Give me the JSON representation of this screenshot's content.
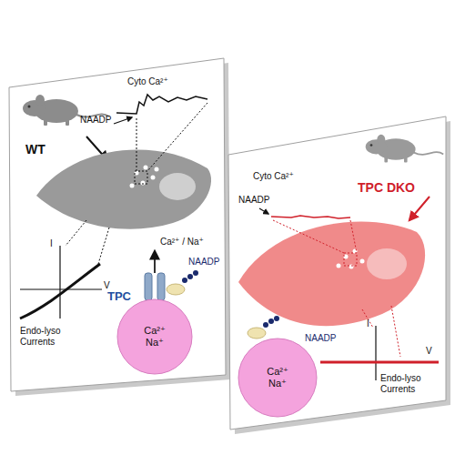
{
  "diagram": {
    "nodes": [
      {
        "text": [
          "WT"
        ]
      },
      {
        "text": [
          "TPC DKO"
        ]
      },
      {
        "text": [
          "Ca²⁺ Na⁺"
        ],
        "in": 0
      },
      {
        "text": [
          "Ca²⁺ Na⁺"
        ],
        "in": 1
      }
    ],
    "labels": [
      "Cyto Ca²⁺",
      "NAADP",
      "I",
      "V",
      "Endo-lyso Currents",
      "TPC",
      "Ca²⁺ / Na⁺",
      "NAADP",
      "Cyto Ca²⁺",
      "NAADP",
      "I",
      "V",
      "Endo-lyso Currents",
      "NAADP"
    ]
  }
}
